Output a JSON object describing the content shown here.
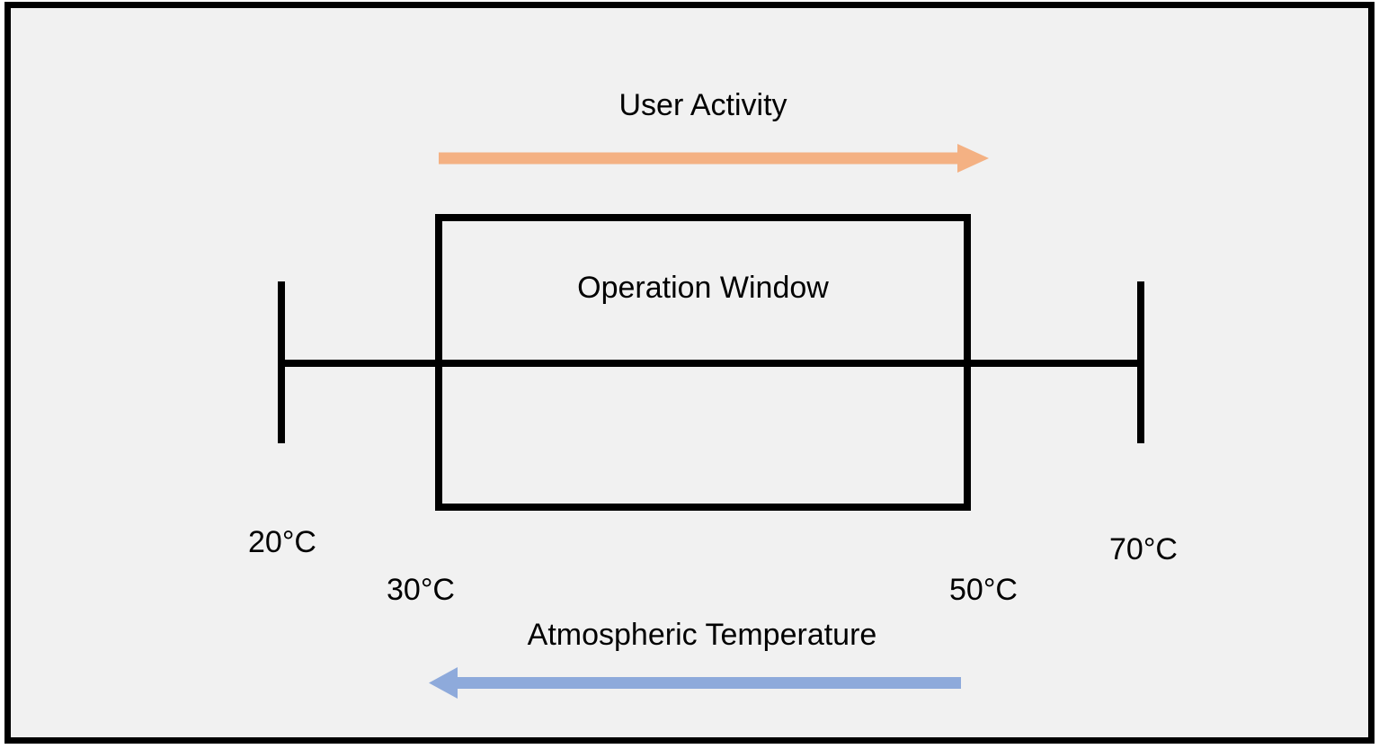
{
  "colors": {
    "background": "#F1F1F1",
    "border": "#000000",
    "text": "#000000",
    "top_arrow": "#F4B183",
    "bottom_arrow": "#8EAADB"
  },
  "diagram": {
    "top_axis": {
      "label": "User Activity",
      "direction": "right"
    },
    "operation_window": {
      "label": "Operation Window"
    },
    "temperature_axis": {
      "min_label": "20°C",
      "window_start_label": "30°C",
      "window_end_label": "50°C",
      "max_label": "70°C"
    },
    "bottom_axis": {
      "label": "Atmospheric Temperature",
      "direction": "left"
    }
  }
}
